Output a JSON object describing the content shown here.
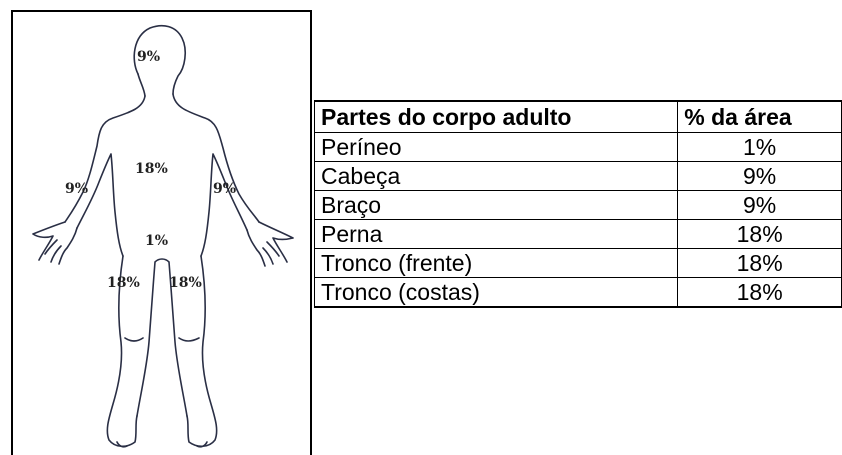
{
  "figure": {
    "labels": {
      "head": "9%",
      "chest": "18%",
      "left_arm": "9%",
      "right_arm": "9%",
      "perineum": "1%",
      "left_leg": "18%",
      "right_leg": "18%"
    }
  },
  "table": {
    "headers": [
      "Partes do corpo adulto",
      "% da área"
    ],
    "rows": [
      {
        "part": "Períneo",
        "pct": "1%"
      },
      {
        "part": "Cabeça",
        "pct": "9%"
      },
      {
        "part": "Braço",
        "pct": "9%"
      },
      {
        "part": "Perna",
        "pct": "18%"
      },
      {
        "part": "Tronco (frente)",
        "pct": "18%"
      },
      {
        "part": "Tronco (costas)",
        "pct": "18%"
      }
    ]
  }
}
